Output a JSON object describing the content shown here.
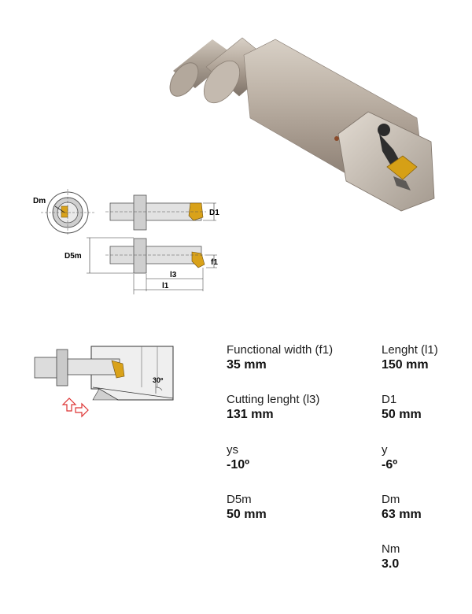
{
  "diagram": {
    "labels": {
      "dm": "Dm",
      "d1": "D1",
      "d5m": "D5m",
      "f1": "f1",
      "l3": "l3",
      "l1": "l1"
    },
    "angle_label": "30º"
  },
  "specs": [
    {
      "label": "Functional width (f1)",
      "value": "35 mm"
    },
    {
      "label": "Lenght (l1)",
      "value": "150 mm"
    },
    {
      "label": "Cutting lenght (l3)",
      "value": "131 mm"
    },
    {
      "label": "D1",
      "value": "50 mm"
    },
    {
      "label": "ys",
      "value": "-10º"
    },
    {
      "label": "y",
      "value": "-6º"
    },
    {
      "label": "D5m",
      "value": "50 mm"
    },
    {
      "label": "Dm",
      "value": "63 mm"
    },
    {
      "label": "Nm",
      "value": "3.0"
    }
  ]
}
